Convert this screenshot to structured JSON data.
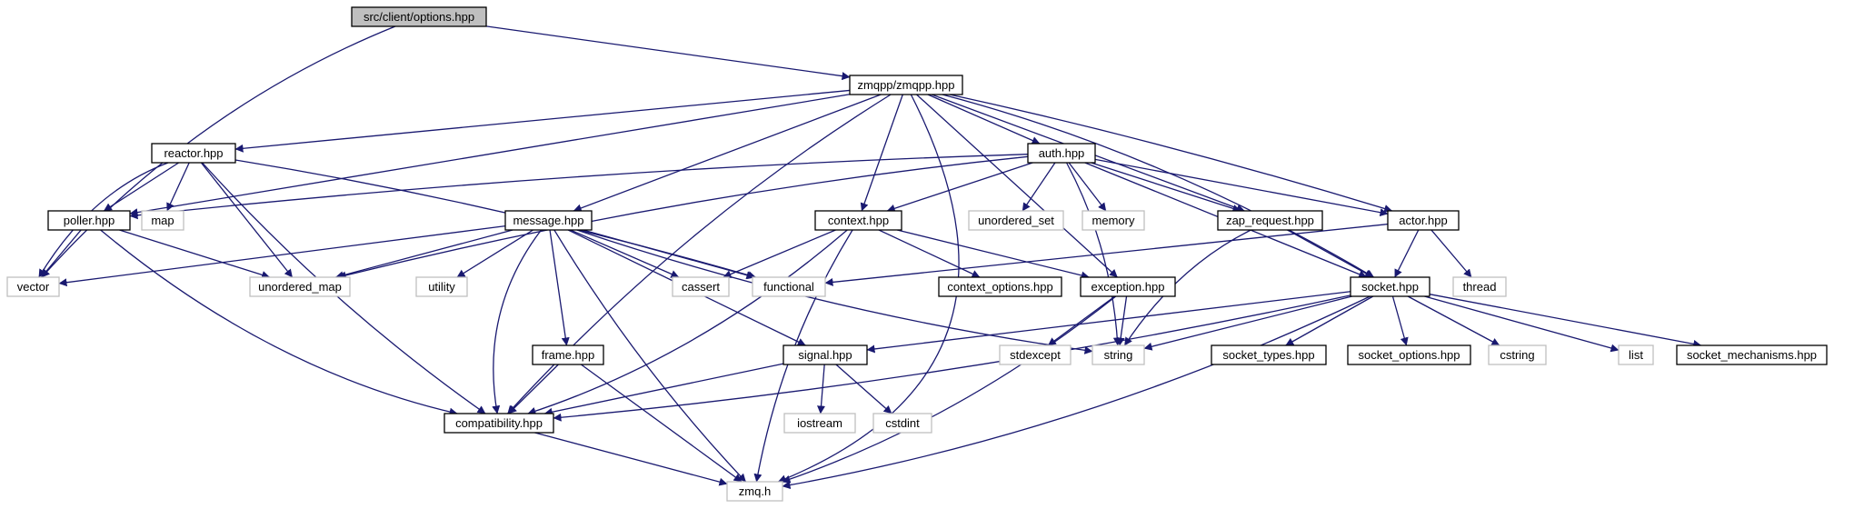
{
  "graph": {
    "edge_color": "#191970",
    "nodes": [
      {
        "id": "options",
        "label": "src/client/options.hpp",
        "kind": "root"
      },
      {
        "id": "zmqpp",
        "label": "zmqpp/zmqpp.hpp",
        "kind": "internal"
      },
      {
        "id": "reactor",
        "label": "reactor.hpp",
        "kind": "internal"
      },
      {
        "id": "auth",
        "label": "auth.hpp",
        "kind": "internal"
      },
      {
        "id": "map",
        "label": "map",
        "kind": "external"
      },
      {
        "id": "unordered_set",
        "label": "unordered_set",
        "kind": "external"
      },
      {
        "id": "memory",
        "label": "memory",
        "kind": "external"
      },
      {
        "id": "poller",
        "label": "poller.hpp",
        "kind": "internal"
      },
      {
        "id": "message",
        "label": "message.hpp",
        "kind": "internal"
      },
      {
        "id": "context",
        "label": "context.hpp",
        "kind": "internal"
      },
      {
        "id": "zap_request",
        "label": "zap_request.hpp",
        "kind": "internal"
      },
      {
        "id": "actor",
        "label": "actor.hpp",
        "kind": "internal"
      },
      {
        "id": "vector",
        "label": "vector",
        "kind": "external"
      },
      {
        "id": "unordered_map",
        "label": "unordered_map",
        "kind": "external"
      },
      {
        "id": "utility",
        "label": "utility",
        "kind": "external"
      },
      {
        "id": "cassert",
        "label": "cassert",
        "kind": "external"
      },
      {
        "id": "functional",
        "label": "functional",
        "kind": "external"
      },
      {
        "id": "context_options",
        "label": "context_options.hpp",
        "kind": "internal"
      },
      {
        "id": "exception",
        "label": "exception.hpp",
        "kind": "internal"
      },
      {
        "id": "socket",
        "label": "socket.hpp",
        "kind": "internal"
      },
      {
        "id": "thread",
        "label": "thread",
        "kind": "external"
      },
      {
        "id": "frame",
        "label": "frame.hpp",
        "kind": "internal"
      },
      {
        "id": "signal",
        "label": "signal.hpp",
        "kind": "internal"
      },
      {
        "id": "stdexcept",
        "label": "stdexcept",
        "kind": "external"
      },
      {
        "id": "string",
        "label": "string",
        "kind": "external"
      },
      {
        "id": "socket_types",
        "label": "socket_types.hpp",
        "kind": "internal"
      },
      {
        "id": "socket_options",
        "label": "socket_options.hpp",
        "kind": "internal"
      },
      {
        "id": "cstring",
        "label": "cstring",
        "kind": "external"
      },
      {
        "id": "list",
        "label": "list",
        "kind": "external"
      },
      {
        "id": "socket_mechanisms",
        "label": "socket_mechanisms.hpp",
        "kind": "internal"
      },
      {
        "id": "compatibility",
        "label": "compatibility.hpp",
        "kind": "internal"
      },
      {
        "id": "iostream",
        "label": "iostream",
        "kind": "external"
      },
      {
        "id": "cstdint",
        "label": "cstdint",
        "kind": "external"
      },
      {
        "id": "zmq_h",
        "label": "zmq.h",
        "kind": "external"
      }
    ],
    "edges": [
      {
        "from": "options",
        "to": "zmqpp"
      },
      {
        "from": "options",
        "to": "vector"
      },
      {
        "from": "zmqpp",
        "to": "reactor"
      },
      {
        "from": "zmqpp",
        "to": "poller"
      },
      {
        "from": "zmqpp",
        "to": "auth"
      },
      {
        "from": "zmqpp",
        "to": "message"
      },
      {
        "from": "zmqpp",
        "to": "context"
      },
      {
        "from": "zmqpp",
        "to": "exception"
      },
      {
        "from": "zmqpp",
        "to": "zap_request"
      },
      {
        "from": "zmqpp",
        "to": "actor"
      },
      {
        "from": "zmqpp",
        "to": "socket"
      },
      {
        "from": "zmqpp",
        "to": "compatibility"
      },
      {
        "from": "zmqpp",
        "to": "zmq_h"
      },
      {
        "from": "reactor",
        "to": "poller"
      },
      {
        "from": "reactor",
        "to": "map"
      },
      {
        "from": "reactor",
        "to": "vector"
      },
      {
        "from": "reactor",
        "to": "unordered_map"
      },
      {
        "from": "reactor",
        "to": "functional"
      },
      {
        "from": "reactor",
        "to": "compatibility"
      },
      {
        "from": "auth",
        "to": "poller"
      },
      {
        "from": "auth",
        "to": "context"
      },
      {
        "from": "auth",
        "to": "unordered_set"
      },
      {
        "from": "auth",
        "to": "memory"
      },
      {
        "from": "auth",
        "to": "zap_request"
      },
      {
        "from": "auth",
        "to": "actor"
      },
      {
        "from": "auth",
        "to": "socket"
      },
      {
        "from": "auth",
        "to": "string"
      },
      {
        "from": "auth",
        "to": "unordered_map"
      },
      {
        "from": "poller",
        "to": "vector"
      },
      {
        "from": "poller",
        "to": "unordered_map"
      },
      {
        "from": "poller",
        "to": "compatibility"
      },
      {
        "from": "message",
        "to": "vector"
      },
      {
        "from": "message",
        "to": "unordered_map"
      },
      {
        "from": "message",
        "to": "utility"
      },
      {
        "from": "message",
        "to": "cassert"
      },
      {
        "from": "message",
        "to": "functional"
      },
      {
        "from": "message",
        "to": "frame"
      },
      {
        "from": "message",
        "to": "signal"
      },
      {
        "from": "message",
        "to": "string"
      },
      {
        "from": "message",
        "to": "compatibility"
      },
      {
        "from": "message",
        "to": "zmq_h"
      },
      {
        "from": "context",
        "to": "cassert"
      },
      {
        "from": "context",
        "to": "context_options"
      },
      {
        "from": "context",
        "to": "exception"
      },
      {
        "from": "context",
        "to": "compatibility"
      },
      {
        "from": "context",
        "to": "zmq_h"
      },
      {
        "from": "zap_request",
        "to": "socket"
      },
      {
        "from": "zap_request",
        "to": "string"
      },
      {
        "from": "actor",
        "to": "socket"
      },
      {
        "from": "actor",
        "to": "thread"
      },
      {
        "from": "actor",
        "to": "functional"
      },
      {
        "from": "exception",
        "to": "stdexcept"
      },
      {
        "from": "exception",
        "to": "string"
      },
      {
        "from": "exception",
        "to": "zmq_h"
      },
      {
        "from": "socket",
        "to": "signal"
      },
      {
        "from": "socket",
        "to": "string"
      },
      {
        "from": "socket",
        "to": "socket_types"
      },
      {
        "from": "socket",
        "to": "socket_options"
      },
      {
        "from": "socket",
        "to": "cstring"
      },
      {
        "from": "socket",
        "to": "list"
      },
      {
        "from": "socket",
        "to": "socket_mechanisms"
      },
      {
        "from": "socket",
        "to": "compatibility"
      },
      {
        "from": "socket",
        "to": "zmq_h"
      },
      {
        "from": "frame",
        "to": "compatibility"
      },
      {
        "from": "frame",
        "to": "zmq_h"
      },
      {
        "from": "signal",
        "to": "iostream"
      },
      {
        "from": "signal",
        "to": "cstdint"
      },
      {
        "from": "signal",
        "to": "compatibility"
      },
      {
        "from": "compatibility",
        "to": "zmq_h"
      }
    ]
  }
}
